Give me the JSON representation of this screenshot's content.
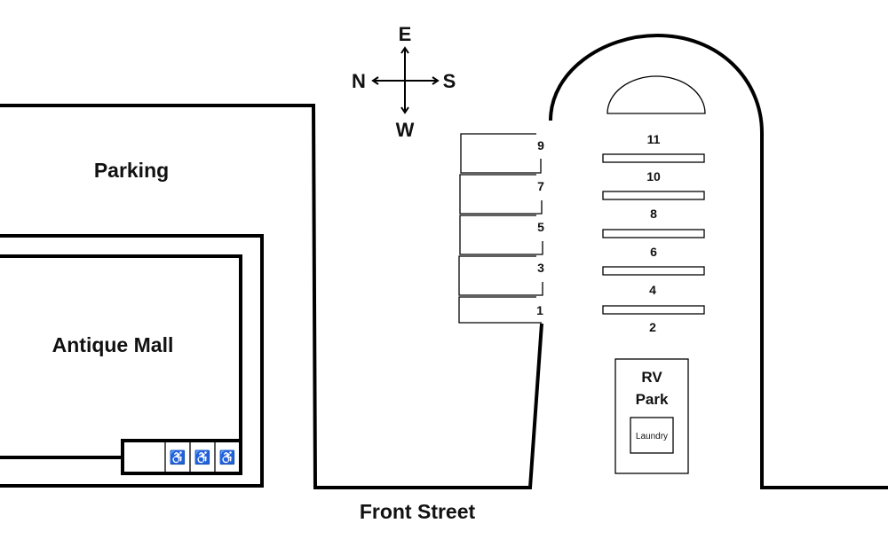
{
  "map": {
    "compass": {
      "north": "N",
      "east": "E",
      "south": "S",
      "west": "W"
    },
    "areas": {
      "parking": "Parking",
      "antique_mall": "Antique Mall",
      "rv_park": [
        "RV",
        "Park"
      ],
      "laundry": "Laundry"
    },
    "street": "Front Street",
    "sites_left": [
      "9",
      "7",
      "5",
      "3",
      "1"
    ],
    "sites_right_above": [
      "11",
      "10",
      "8",
      "6",
      "4"
    ],
    "site_right_below": "2",
    "accessible_spaces": 3,
    "accessible_icon": "♿"
  }
}
